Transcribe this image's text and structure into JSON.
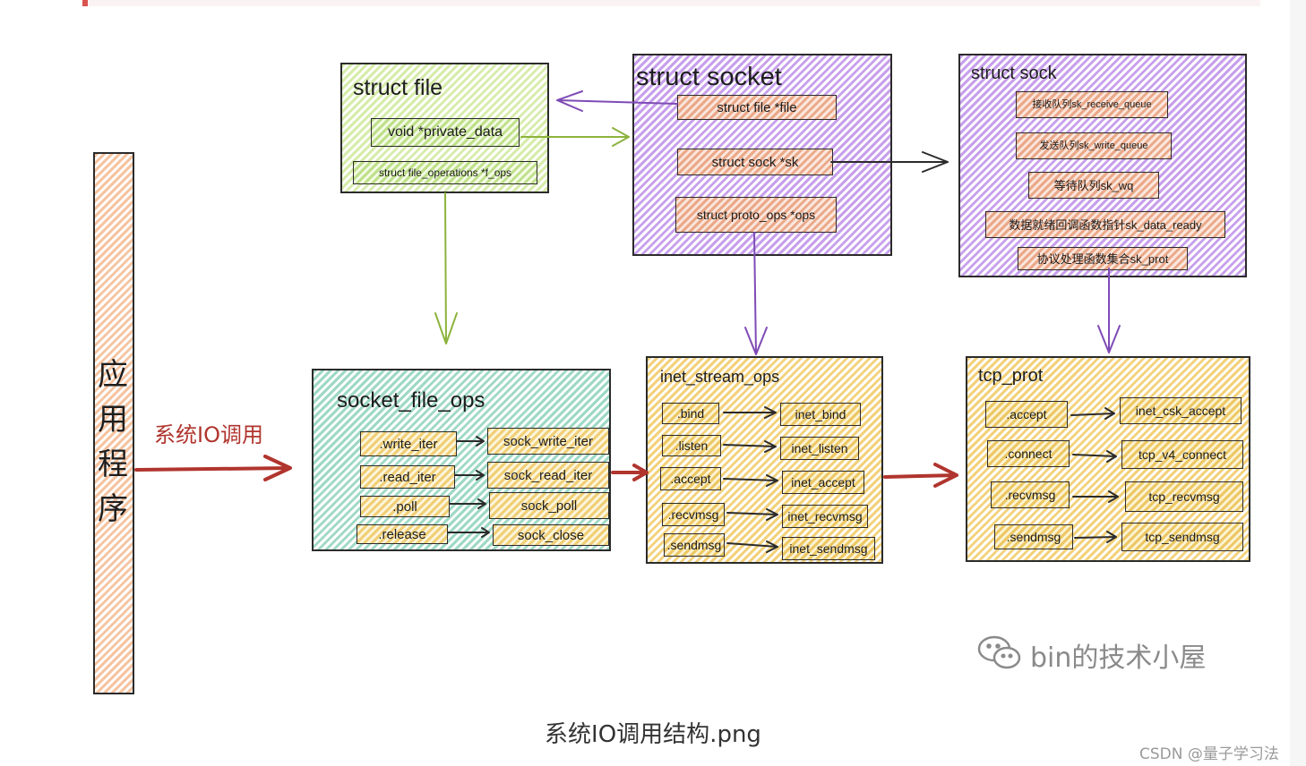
{
  "caption": "系统IO调用结构.png",
  "watermark": "bin的技术小屋",
  "csdn_credit": "CSDN @量子学习法",
  "app": {
    "label": "应用程序"
  },
  "io_call_label": "系统IO调用",
  "struct_file": {
    "title": "struct file",
    "fields": [
      "void *private_data",
      "struct file_operations *f_ops"
    ]
  },
  "struct_socket": {
    "title": "struct socket",
    "fields": [
      "struct file *file",
      "struct sock *sk",
      "struct proto_ops *ops"
    ]
  },
  "struct_sock": {
    "title": "struct sock",
    "fields": [
      "接收队列sk_receive_queue",
      "发送队列sk_write_queue",
      "等待队列sk_wq",
      "数据就绪回调函数指针sk_data_ready",
      "协议处理函数集合sk_prot"
    ]
  },
  "socket_file_ops": {
    "title": "socket_file_ops",
    "ops": [
      ".write_iter",
      ".read_iter",
      ".poll",
      ".release"
    ],
    "impls": [
      "sock_write_iter",
      "sock_read_iter",
      "sock_poll",
      "sock_close"
    ]
  },
  "inet_stream_ops": {
    "title": "inet_stream_ops",
    "ops": [
      ".bind",
      ".listen",
      ".accept",
      ".recvmsg",
      ".sendmsg"
    ],
    "impls": [
      "inet_bind",
      "inet_listen",
      "inet_accept",
      "inet_recvmsg",
      "inet_sendmsg"
    ]
  },
  "tcp_prot": {
    "title": "tcp_prot",
    "ops": [
      ".accept",
      ".connect",
      ".recvmsg",
      ".sendmsg"
    ],
    "impls": [
      "inet_csk_accept",
      "tcp_v4_connect",
      "tcp_recvmsg",
      "tcp_sendmsg"
    ]
  },
  "colors": {
    "green": "#8cb33c",
    "purple": "#7e4bb5",
    "red": "#b0352e",
    "black": "#2b2b2b"
  }
}
